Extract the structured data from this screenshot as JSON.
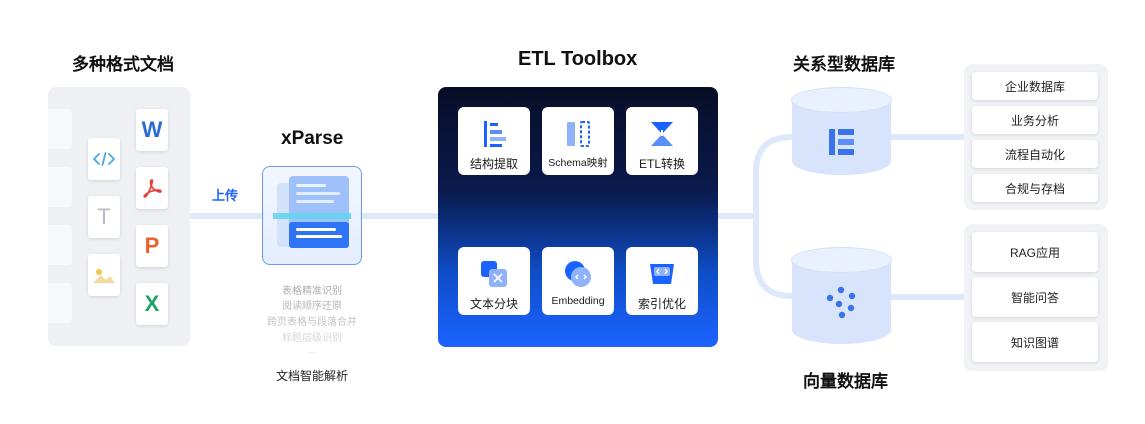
{
  "sections": {
    "docs_title": "多种格式文档",
    "xparse_title": "xParse",
    "etl_title": "ETL Toolbox",
    "relational_title": "关系型数据库",
    "vector_title": "向量数据库"
  },
  "upload_label": "上传",
  "xparse": {
    "features": [
      "表格精准识别",
      "阅读顺序还原",
      "跨页表格与段落合并",
      "标题层级识别"
    ],
    "ellipsis": "...",
    "caption": "文档智能解析"
  },
  "doc_icons": [
    "code-file-icon",
    "text-file-icon",
    "image-file-icon",
    "word-file-icon",
    "pdf-file-icon",
    "powerpoint-file-icon",
    "excel-file-icon"
  ],
  "doc_glyphs": {
    "text": "T",
    "word": "W",
    "ppt": "P",
    "excel": "X"
  },
  "etl_tools": [
    {
      "label": "结构提取"
    },
    {
      "label": "Schema映射"
    },
    {
      "label": "ETL转换"
    },
    {
      "label": "文本分块"
    },
    {
      "label": "Embedding"
    },
    {
      "label": "索引优化"
    }
  ],
  "relational_uses": [
    "企业数据库",
    "业务分析",
    "流程自动化",
    "合规与存档"
  ],
  "vector_uses": [
    "RAG应用",
    "智能问答",
    "知识图谱"
  ],
  "colors": {
    "accent": "#1b63ff",
    "connector": "#dde8fb",
    "db_body": "#d7e4fb",
    "word": "#2b6cd9",
    "pdf": "#e8413b",
    "ppt": "#e8622c",
    "excel": "#21a366"
  }
}
